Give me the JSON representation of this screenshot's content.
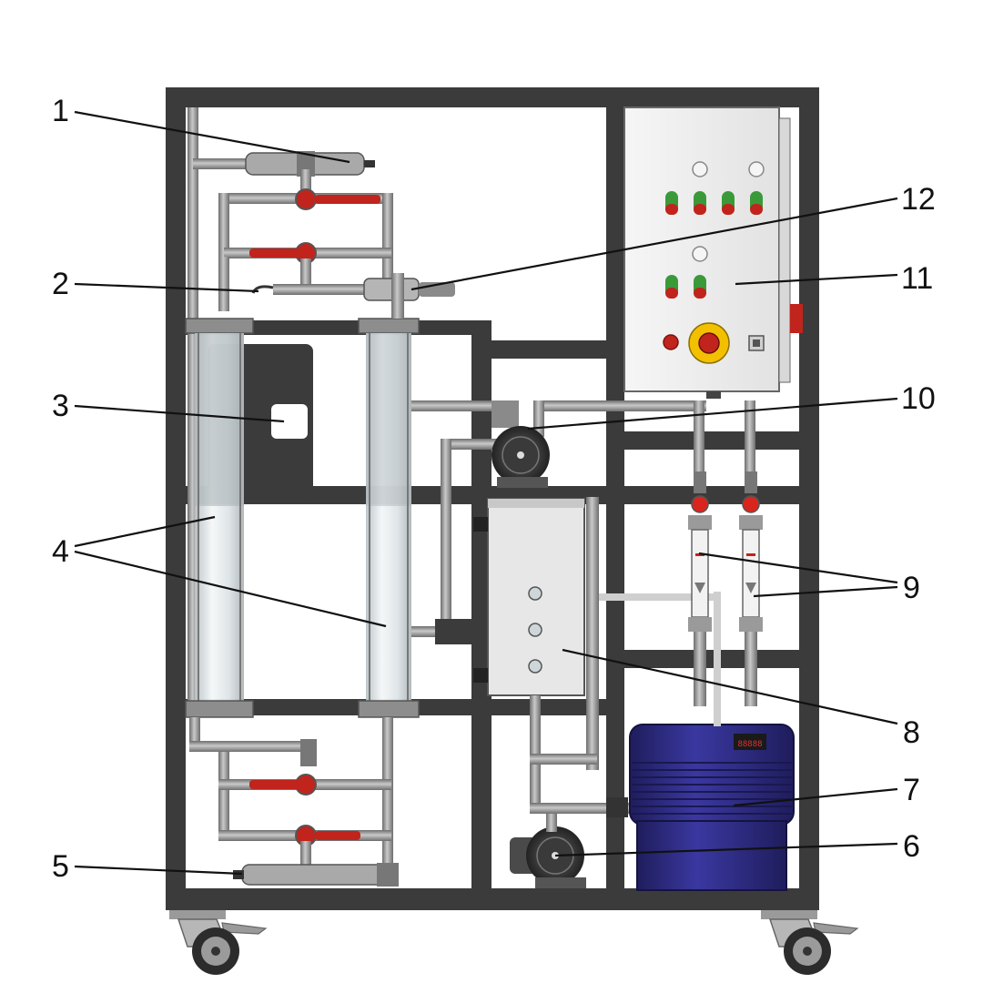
{
  "callouts": [
    {
      "id": "1",
      "text": "1"
    },
    {
      "id": "2",
      "text": "2"
    },
    {
      "id": "3",
      "text": "3"
    },
    {
      "id": "4",
      "text": "4"
    },
    {
      "id": "5",
      "text": "5"
    },
    {
      "id": "6",
      "text": "6"
    },
    {
      "id": "7",
      "text": "7"
    },
    {
      "id": "8",
      "text": "8"
    },
    {
      "id": "9",
      "text": "9"
    },
    {
      "id": "10",
      "text": "10"
    },
    {
      "id": "11",
      "text": "11"
    },
    {
      "id": "12",
      "text": "12"
    }
  ],
  "tank_display": "88888",
  "colors": {
    "frame": "#3b3b3b",
    "pipe": "#8c8c8c",
    "pipe_dark": "#555555",
    "valve_handle": "#c0241c",
    "panel": "#efefef",
    "tank": "#2e2c7a",
    "column": "#d7dde0",
    "emergency": "#f2c000",
    "green_light": "#3a9a3a",
    "red_light": "#c0241c"
  }
}
